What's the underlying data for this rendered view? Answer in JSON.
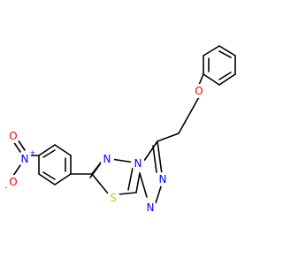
{
  "molecule": {
    "atoms": {
      "phenyl_o": {
        "label": "O",
        "color": "#ff0000"
      },
      "nitro_n": {
        "label": "N",
        "color": "#0000ff"
      },
      "nitro_n_charge": {
        "label": "+",
        "color": "#0000ff"
      },
      "nitro_o_upper": {
        "label": "O",
        "color": "#ff0000"
      },
      "nitro_o_lower": {
        "label": "O",
        "color": "#ff0000"
      },
      "nitro_o_lower_charge": {
        "label": "-",
        "color": "#ff0000"
      },
      "thiadiazole_n": {
        "label": "N",
        "color": "#0000ff"
      },
      "bridge_n": {
        "label": "N",
        "color": "#0000ff"
      },
      "triazole_n_upper": {
        "label": "N",
        "color": "#0000ff"
      },
      "triazole_n_lower": {
        "label": "N",
        "color": "#0000ff"
      },
      "sulfur": {
        "label": "S",
        "color": "#cccc00"
      }
    }
  }
}
